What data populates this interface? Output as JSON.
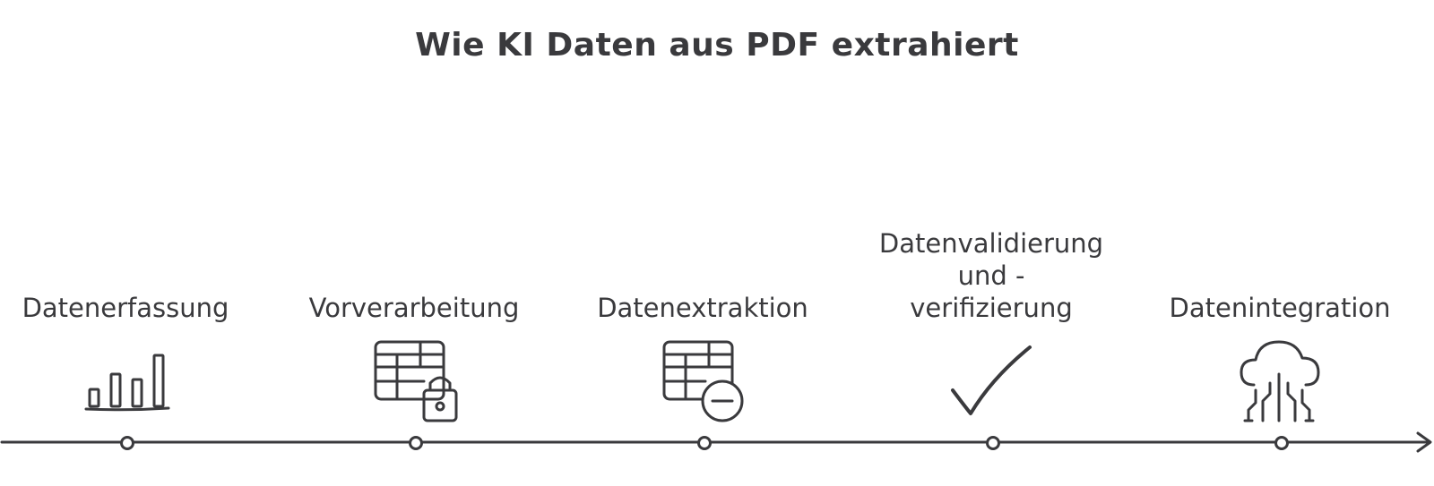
{
  "diagram": {
    "title": "Wie KI Daten aus PDF extrahiert",
    "steps": [
      {
        "label": "Datenerfassung",
        "icon": "bar-chart-icon"
      },
      {
        "label": "Vorverarbeitung",
        "icon": "table-lock-icon"
      },
      {
        "label": "Datenextraktion",
        "icon": "table-minus-icon"
      },
      {
        "label": "Datenvalidierung\nund -\nverifizierung",
        "icon": "checkmark-icon"
      },
      {
        "label": "Datenintegration",
        "icon": "cloud-circuit-icon"
      }
    ]
  }
}
